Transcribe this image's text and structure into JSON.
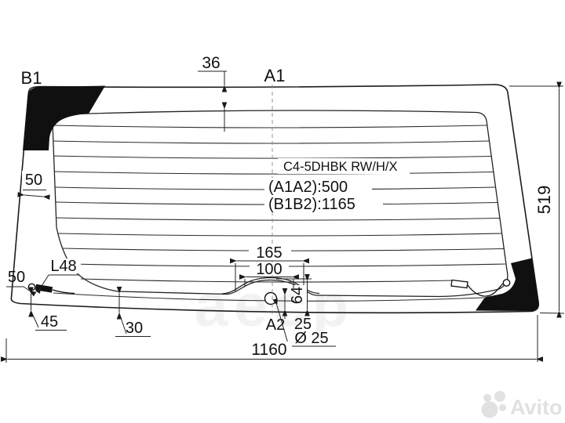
{
  "title_block": {
    "part_code": "C4-5DHBK RW/H/X",
    "dim_a": "(A1A2):500",
    "dim_b": "(B1B2):1165"
  },
  "points": {
    "b1": "B1",
    "a1": "A1",
    "a2": "A2",
    "connector_label": "L48"
  },
  "dimensions": {
    "top_band": "36",
    "height": "519",
    "bottom_width": "1160",
    "left_band": "50",
    "corner_band": "50",
    "connector_offset": "45",
    "bottom_band": "30",
    "bump_width": "165",
    "bump_top_width": "100",
    "bump_height": "64",
    "hole_to_edge": "25",
    "hole_diameter": "Ø 25"
  },
  "watermarks": {
    "center": "аеср",
    "brand": "Avito"
  },
  "colors": {
    "line": "#1c1c1c",
    "ceramic_band": "#101010",
    "background": "#ffffff"
  }
}
